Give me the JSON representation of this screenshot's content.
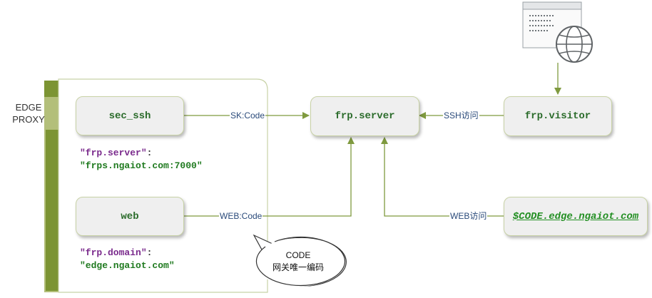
{
  "edge_proxy": {
    "line1": "EDGE",
    "line2": "PROXY"
  },
  "nodes": {
    "sec_ssh": "sec_ssh",
    "web": "web",
    "frp_server": "frp.server",
    "frp_visitor": "frp.visitor",
    "code_domain": "$CODE.edge.ngaiot.com"
  },
  "config_ssh": {
    "key": "\"frp.server\"",
    "sep": ":",
    "value": "\"frps.ngaiot.com:7000\""
  },
  "config_web": {
    "key": "\"frp.domain\"",
    "sep": ":",
    "value": "\"edge.ngaiot.com\""
  },
  "connections": {
    "ssh_link": "SK:Code",
    "web_link": "WEB:Code",
    "ssh_access": "SSH访问",
    "web_access": "WEB访问"
  },
  "callout": {
    "line1": "CODE",
    "line2": "网关唯一编码"
  },
  "colors": {
    "accent_green": "#8da03f",
    "arrow": "#7f9a3f",
    "node_border": "#c8d2a6"
  }
}
